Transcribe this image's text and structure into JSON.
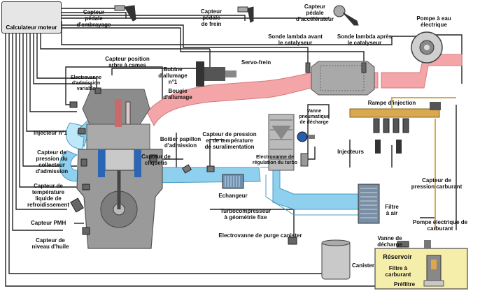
{
  "ecu": {
    "label": "Calculateur moteur"
  },
  "labels": {
    "clutch": "Capteur\npédale\nd'embrayage",
    "brake": "Capteur\npédale\nde frein",
    "accel": "Capteur\npédale\nd'accélérateur",
    "waterpump": "Pompe à eau\nélectrique",
    "lambda_before": "Sonde lambda avant\nle catalyseur",
    "lambda_after": "Sonde lambda après\nle catalyseur",
    "cam": "Capteur position\narbre à cames",
    "coil": "Bobine\nd'allumage\nn°1",
    "spark": "Bougie\nd'allumage",
    "vvt": "Electrovanne\nd'admission\nvariable",
    "servo": "Servo-frein",
    "wastegate_valve": "Vanne\npneumatique\nde décharge",
    "rail": "Rampe d'injection",
    "injector1": "Injecteur n°1",
    "map": "Capteur de\npression du\ncollecteur\nd'admission",
    "throttle": "Boitier papillon\nd'admission",
    "boost_sensor": "Capteur de pression\net de température\nde suralimentation",
    "turbo_solenoid": "Electrovanne de\nrégulation du turbo",
    "injectors": "Injecteurs",
    "knock": "Capteur de\ncliquetis",
    "coolant": "Capteur de\ntempérature\nliquide de\nrefroidissement",
    "intercooler": "Echangeur",
    "turbo": "Turbocompresseur\nà géométrie fixe",
    "fuel_pressure": "Capteur de\npression carburant",
    "air_filter": "Filtre\nà air",
    "pmh": "Capteur PMH",
    "purge": "Electrovanne de purge canister",
    "fuel_pump": "Pompe électrique de\ncarburant",
    "relief_valve": "Vanne de\ndécharge",
    "oil_level": "Capteur de\nniveau d'huile",
    "canister": "Canister",
    "tank": "Réservoir",
    "fuel_filter": "Filtre à\ncarburant",
    "prefilter": "Préfiltre"
  }
}
